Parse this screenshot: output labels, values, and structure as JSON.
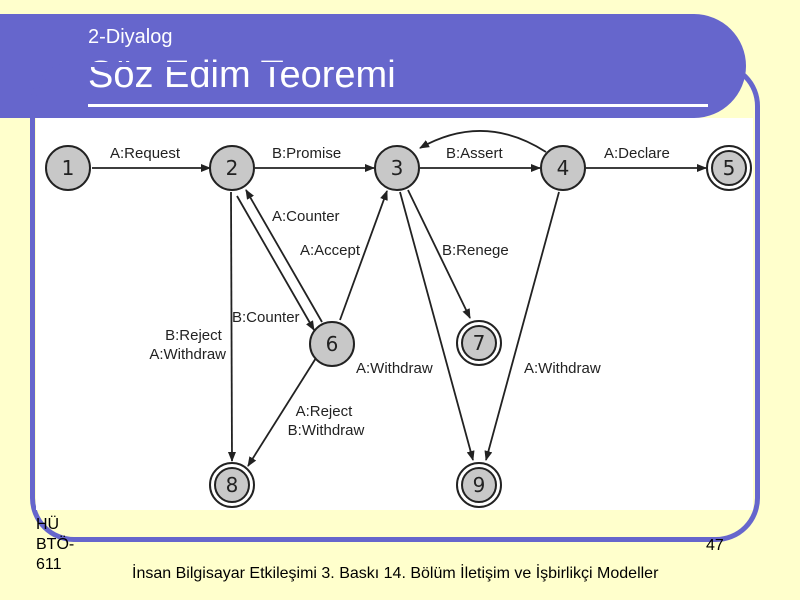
{
  "header": {
    "subtitle": "2-Diyalog",
    "title": "Söz Edim Teoremi"
  },
  "diagram": {
    "nodes": [
      {
        "id": "1",
        "label": "1",
        "final": false
      },
      {
        "id": "2",
        "label": "2",
        "final": false
      },
      {
        "id": "3",
        "label": "3",
        "final": false
      },
      {
        "id": "4",
        "label": "4",
        "final": false
      },
      {
        "id": "5",
        "label": "5",
        "final": true
      },
      {
        "id": "6",
        "label": "6",
        "final": false
      },
      {
        "id": "7",
        "label": "7",
        "final": true
      },
      {
        "id": "8",
        "label": "8",
        "final": true
      },
      {
        "id": "9",
        "label": "9",
        "final": true
      }
    ],
    "edges": [
      {
        "from": "1",
        "to": "2",
        "label": "A:Request"
      },
      {
        "from": "2",
        "to": "3",
        "label": "B:Promise"
      },
      {
        "from": "3",
        "to": "4",
        "label": "B:Assert"
      },
      {
        "from": "4",
        "to": "3",
        "label": ""
      },
      {
        "from": "4",
        "to": "5",
        "label": "A:Declare"
      },
      {
        "from": "6",
        "to": "2",
        "label": "A:Counter"
      },
      {
        "from": "6",
        "to": "3",
        "label": "A:Accept"
      },
      {
        "from": "2",
        "to": "6",
        "label": "B:Counter"
      },
      {
        "from": "2",
        "to": "8",
        "label": "B:Reject A:Withdraw"
      },
      {
        "from": "3",
        "to": "7",
        "label": "B:Renege"
      },
      {
        "from": "3",
        "to": "9",
        "label": "A:Withdraw"
      },
      {
        "from": "4",
        "to": "9",
        "label": "A:Withdraw"
      },
      {
        "from": "6",
        "to": "8",
        "label": "A:Reject B:Withdraw"
      }
    ]
  },
  "footer": {
    "course_lines": [
      "HÜ",
      "BTÖ-",
      "611"
    ],
    "caption": "İnsan Bilgisayar Etkileşimi 3. Baskı 14. Bölüm İletişim ve İşbirlikçi Modeller",
    "page": "47"
  }
}
